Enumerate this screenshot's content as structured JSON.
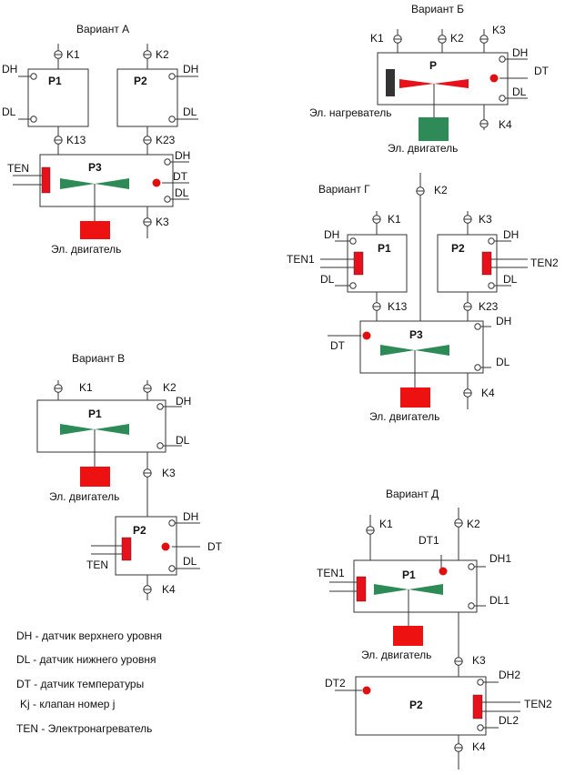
{
  "colors": {
    "line": "#333333",
    "heater": "#e8101a",
    "motor_red": "#ee1111",
    "motor_green": "#2e8b57",
    "mixer": "#2e8b57",
    "mixer_red": "#e8101a",
    "dt_dot": "#e01010",
    "el_heater_dark": "#333333"
  },
  "icons": {
    "valve": "valve-icon",
    "sensor": "level-sensor-icon",
    "mixer": "mixer-icon"
  },
  "variants": {
    "a": {
      "title": "Вариант А",
      "k1": "K1",
      "k2": "K2",
      "k13": "K13",
      "k23": "K23",
      "k3": "K3",
      "p1": "P1",
      "p2": "P2",
      "p3": "P3",
      "dh": "DH",
      "dl": "DL",
      "dt": "DT",
      "ten": "TEN",
      "motor": "Эл. двигатель"
    },
    "b": {
      "title": "Вариант Б",
      "k1": "K1",
      "k2": "K2",
      "k3": "K3",
      "k4": "K4",
      "p": "P",
      "dh": "DH",
      "dl": "DL",
      "dt": "DT",
      "heater": "Эл. нагреватель",
      "motor": "Эл. двигатель"
    },
    "v": {
      "title": "Вариант В",
      "k1": "K1",
      "k2": "K2",
      "k3": "K3",
      "k4": "K4",
      "p1": "P1",
      "p2": "P2",
      "dh": "DH",
      "dl": "DL",
      "dt": "DT",
      "ten": "TEN",
      "motor": "Эл. двигатель"
    },
    "g": {
      "title": "Вариант Г",
      "k1": "K1",
      "k2": "K2",
      "k3": "K3",
      "k4": "K4",
      "k13": "K13",
      "k23": "K23",
      "p1": "P1",
      "p2": "P2",
      "p3": "P3",
      "dh": "DH",
      "dl": "DL",
      "dt": "DT",
      "ten1": "TEN1",
      "ten2": "TEN2",
      "motor": "Эл. двигатель"
    },
    "d": {
      "title": "Вариант Д",
      "k1": "K1",
      "k2": "K2",
      "k3": "K3",
      "k4": "K4",
      "p1": "P1",
      "p2": "P2",
      "dt1": "DT1",
      "dt2": "DT2",
      "dh1": "DH1",
      "dl1": "DL1",
      "dh2": "DH2",
      "dl2": "DL2",
      "ten1": "TEN1",
      "ten2": "TEN2",
      "motor": "Эл. двигатель"
    }
  },
  "legend": {
    "dh": "DH - датчик верхнего уровня",
    "dl": "DL - датчик нижнего уровня",
    "dt": "DT - датчик температуры",
    "kj": "Kj - клапан номер  j",
    "ten": "TEN - Электронагреватель"
  }
}
